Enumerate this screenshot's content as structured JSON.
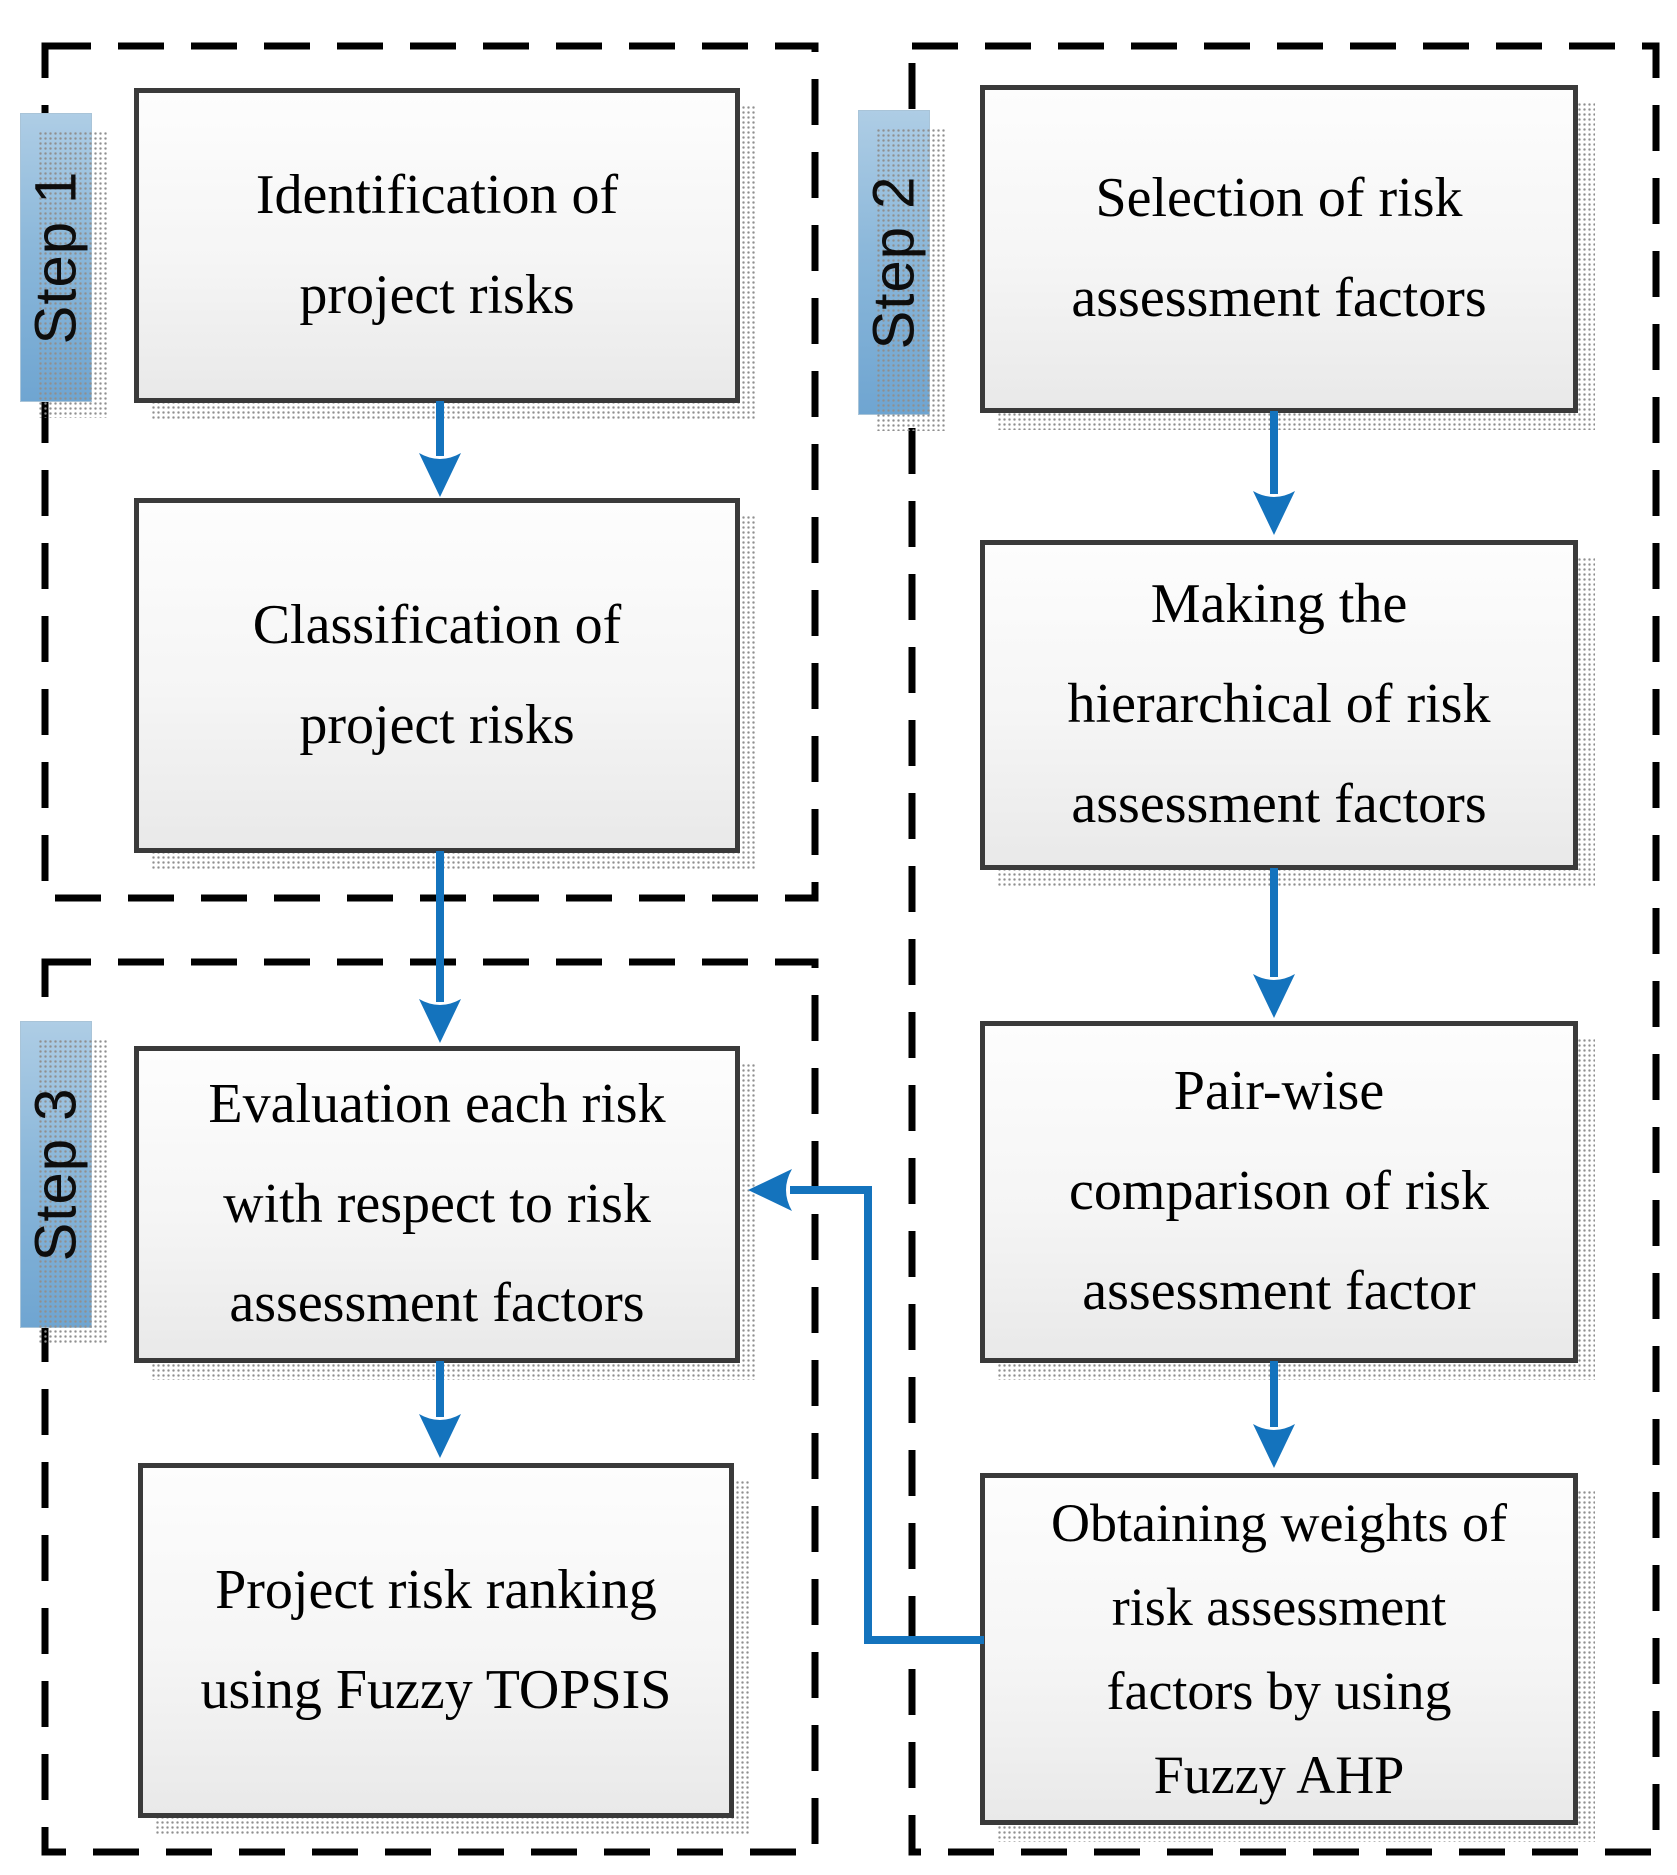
{
  "figure": {
    "type": "flowchart",
    "description": "Three-step fuzzy risk assessment methodology flow diagram"
  },
  "colors": {
    "arrow_blue": "#1473bd",
    "dashed_border": "#000000",
    "box_border": "#3a3a3a",
    "box_fill_top": "#fdfdfd",
    "box_fill_bottom": "#e9e9e9",
    "tab_fill_top": "#aecde5",
    "tab_fill_bottom": "#6fa5d1",
    "text": "#000000"
  },
  "steps": {
    "step1": {
      "label": "Step 1"
    },
    "step2": {
      "label": "Step 2"
    },
    "step3": {
      "label": "Step 3"
    }
  },
  "boxes": {
    "identification": {
      "step": "step1",
      "lines": [
        "Identification of",
        "project risks"
      ]
    },
    "classification": {
      "step": "step1",
      "lines": [
        "Classification of",
        "project risks"
      ]
    },
    "selection": {
      "step": "step2",
      "lines": [
        "Selection of risk",
        "assessment factors"
      ]
    },
    "hierarchy": {
      "step": "step2",
      "lines": [
        "Making the",
        "hierarchical of risk",
        "assessment factors"
      ]
    },
    "pairwise": {
      "step": "step2",
      "lines": [
        "Pair-wise",
        "comparison of risk",
        "assessment factor"
      ]
    },
    "weights": {
      "step": "step2",
      "lines": [
        "Obtaining weights of",
        "risk assessment",
        "factors by using",
        "Fuzzy AHP"
      ]
    },
    "evaluation": {
      "step": "step3",
      "lines": [
        "Evaluation each risk",
        "with respect to risk",
        "assessment factors"
      ]
    },
    "ranking": {
      "step": "step3",
      "lines": [
        "Project risk ranking",
        "using Fuzzy TOPSIS"
      ]
    }
  },
  "edges": [
    {
      "from": "identification",
      "to": "classification"
    },
    {
      "from": "classification",
      "to": "evaluation"
    },
    {
      "from": "selection",
      "to": "hierarchy"
    },
    {
      "from": "hierarchy",
      "to": "pairwise"
    },
    {
      "from": "pairwise",
      "to": "weights"
    },
    {
      "from": "weights",
      "to": "evaluation"
    },
    {
      "from": "evaluation",
      "to": "ranking"
    }
  ]
}
